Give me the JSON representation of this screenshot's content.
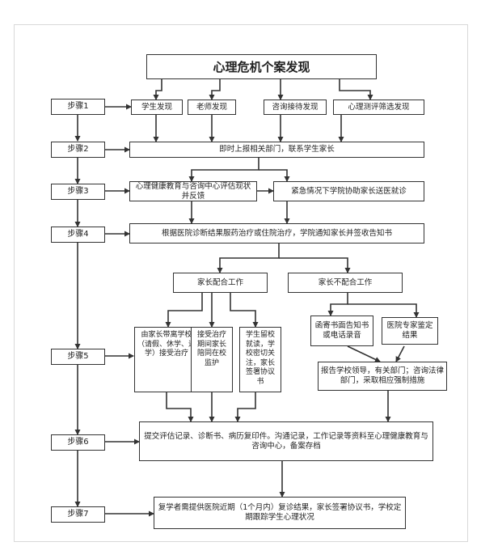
{
  "title": "心理危机个案发现",
  "steps": [
    "步骤1",
    "步骤2",
    "步骤3",
    "步骤4",
    "步骤5",
    "步骤6",
    "步骤7"
  ],
  "discovery": [
    "学生发现",
    "老师发现",
    "咨询接待发现",
    "心理测评筛选发现"
  ],
  "step2": "即时上报相关部门，联系学生家长",
  "step3_left": "心理健康教育与咨询中心评估现状并反馈",
  "step3_right": "紧急情况下学院协助家长送医就诊",
  "step4": "根据医院诊断结果服药治疗或住院治疗，学院通知家长并签收告知书",
  "cooperate": "家长配合工作",
  "not_cooperate": "家长不配合工作",
  "coop_options": [
    "由家长带离学校（请假、休学、退学）接受治疗",
    "接受治疗期间家长陪同在校监护",
    "学生留校就读，学校密切关注，家长签署协议书"
  ],
  "noncoop_options": [
    "函寄书面告知书或电话录音",
    "医院专家鉴定结果"
  ],
  "noncoop_result": "报告学校领导，有关部门；咨询法律部门，采取相应强制措施",
  "step6": "提交评估记录、诊断书、病历复印件。沟通记录，工作记录等资料至心理健康教育与咨询中心，备案存档",
  "step7": "复学者需提供医院近期（1个月内）复诊结果，家长签署协议书，学校定期跟踪学生心理状况"
}
